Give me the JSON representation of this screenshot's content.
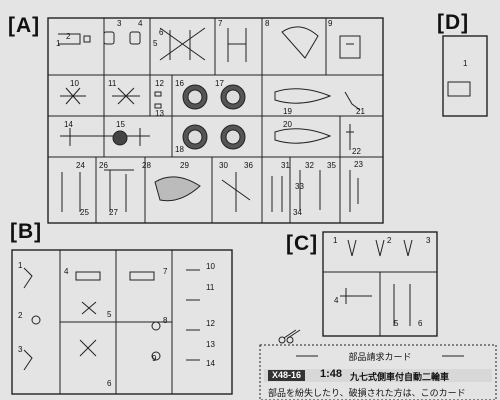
{
  "sprues": {
    "A": {
      "label": "[A]"
    },
    "B": {
      "label": "[B]"
    },
    "C": {
      "label": "[C]"
    },
    "D": {
      "label": "[D]"
    }
  },
  "part_numbers": {
    "A": [
      "1",
      "2",
      "3",
      "4",
      "5",
      "6",
      "7",
      "8",
      "9",
      "10",
      "11",
      "12",
      "13",
      "14",
      "15",
      "16",
      "17",
      "18",
      "19",
      "20",
      "21",
      "22",
      "23",
      "24",
      "25",
      "26",
      "27",
      "28",
      "29",
      "30",
      "31",
      "32",
      "33",
      "34",
      "35",
      "36"
    ],
    "B": [
      "1",
      "2",
      "3",
      "4",
      "5",
      "6",
      "7",
      "8",
      "9",
      "10",
      "11",
      "12",
      "13",
      "14"
    ],
    "C": [
      "1",
      "2",
      "3",
      "4",
      "5",
      "6"
    ],
    "D": [
      "1"
    ]
  },
  "parts_card": {
    "title": "部品請求カード",
    "code": "X48-16",
    "scale": "1:48",
    "name": "九七式側車付自動二輪車",
    "body": "部品を紛失したり、破損された方は、このカード"
  }
}
